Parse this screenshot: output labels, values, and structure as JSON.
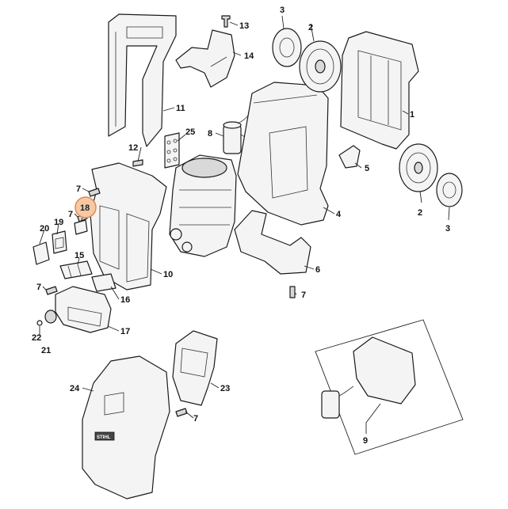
{
  "diagram": {
    "highlighted_part": "18",
    "brand_text": "STIHL",
    "callouts": [
      {
        "id": "c1",
        "label": "1"
      },
      {
        "id": "c2a",
        "label": "2"
      },
      {
        "id": "c2b",
        "label": "2"
      },
      {
        "id": "c3a",
        "label": "3"
      },
      {
        "id": "c3b",
        "label": "3"
      },
      {
        "id": "c4",
        "label": "4"
      },
      {
        "id": "c5",
        "label": "5"
      },
      {
        "id": "c6",
        "label": "6"
      },
      {
        "id": "c7a",
        "label": "7"
      },
      {
        "id": "c7b",
        "label": "7"
      },
      {
        "id": "c7c",
        "label": "7"
      },
      {
        "id": "c7d",
        "label": "7"
      },
      {
        "id": "c7e",
        "label": "7"
      },
      {
        "id": "c8",
        "label": "8"
      },
      {
        "id": "c9",
        "label": "9"
      },
      {
        "id": "c10",
        "label": "10"
      },
      {
        "id": "c11",
        "label": "11"
      },
      {
        "id": "c12",
        "label": "12"
      },
      {
        "id": "c13",
        "label": "13"
      },
      {
        "id": "c14",
        "label": "14"
      },
      {
        "id": "c15",
        "label": "15"
      },
      {
        "id": "c16",
        "label": "16"
      },
      {
        "id": "c17",
        "label": "17"
      },
      {
        "id": "c18",
        "label": "18"
      },
      {
        "id": "c19",
        "label": "19"
      },
      {
        "id": "c20",
        "label": "20"
      },
      {
        "id": "c21",
        "label": "21"
      },
      {
        "id": "c22",
        "label": "22"
      },
      {
        "id": "c23",
        "label": "23"
      },
      {
        "id": "c24",
        "label": "24"
      },
      {
        "id": "c25",
        "label": "25"
      }
    ]
  }
}
